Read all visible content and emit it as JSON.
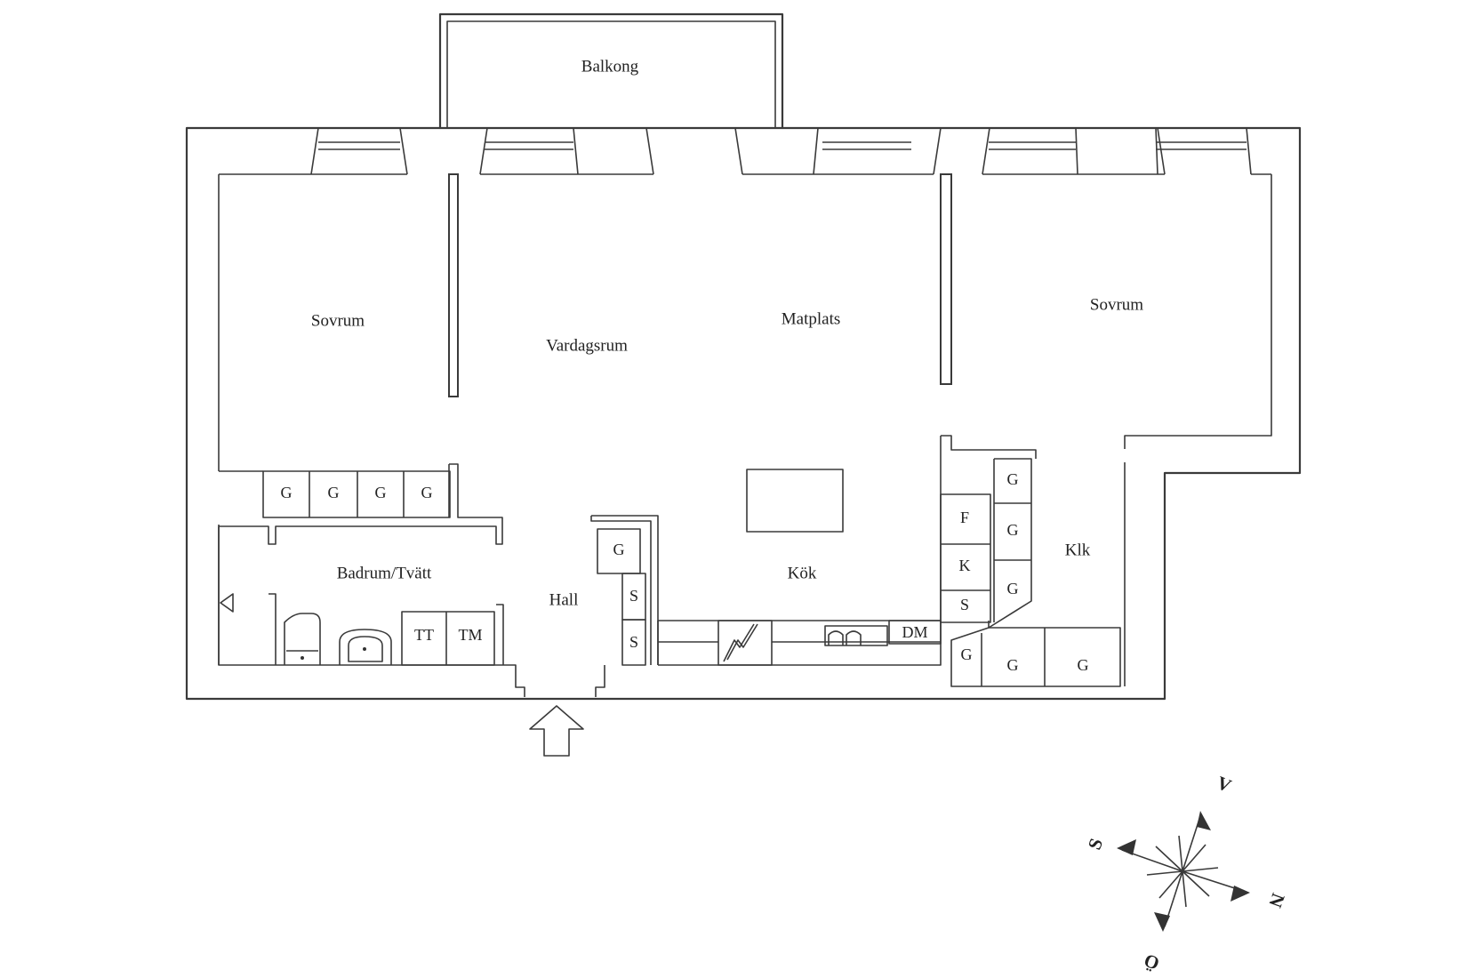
{
  "rooms": {
    "balcony": "Balkong",
    "bedroom_left": "Sovrum",
    "living": "Vardagsrum",
    "dining": "Matplats",
    "bedroom_right": "Sovrum",
    "bath": "Badrum/Tvätt",
    "hall": "Hall",
    "kitchen": "Kök",
    "walkin": "Klk"
  },
  "fixtures": {
    "wardrobe": "G",
    "dryer": "TT",
    "washer": "TM",
    "closet": "S",
    "fridge": "F",
    "freezer": "K",
    "dishwasher": "DM"
  },
  "compass": {
    "north": "N",
    "south": "S",
    "east": "Ö",
    "west": "V"
  },
  "icons": {
    "entrance": "entrance-arrow-icon",
    "compass": "compass-rose-icon",
    "stove": "stove-icon",
    "sink": "kitchen-sink-icon",
    "toilet": "toilet-icon",
    "washbasin": "washbasin-icon",
    "floor_drain": "floor-drain-icon"
  }
}
